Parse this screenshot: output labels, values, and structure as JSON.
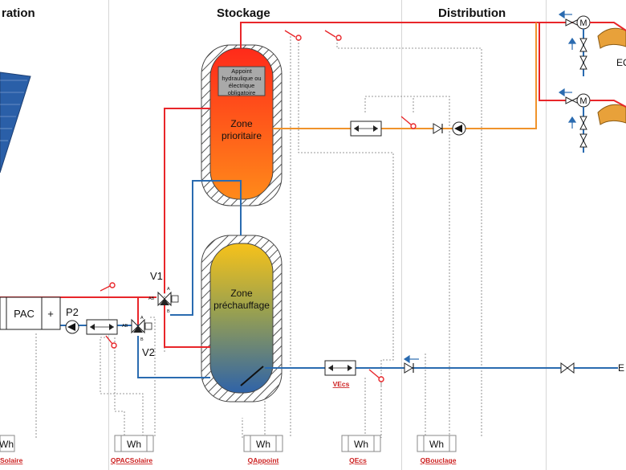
{
  "headers": {
    "generation": "ration",
    "stockage": "Stockage",
    "distribution": "Distribution"
  },
  "tank_top": {
    "appoint_label": "Appoint hydraulique ou électrique obligatoire",
    "appoint_lines": [
      "Appoint",
      "hydraulique ou",
      "électrique",
      "obligatoire"
    ],
    "zone_lines": [
      "Zone",
      "prioritaire"
    ]
  },
  "tank_bottom": {
    "zone_lines": [
      "Zone",
      "préchauffage"
    ]
  },
  "valves": {
    "v1": "V1",
    "v2": "V2",
    "port_ab": "AB",
    "port_a": "A",
    "port_b": "B"
  },
  "pump": {
    "p2": "P2"
  },
  "boxes": {
    "pac": "PAC",
    "plus": "+"
  },
  "motor_symbol": "M",
  "outlets": {
    "ec": "EC",
    "e": "E"
  },
  "meters": {
    "wh": "Wh",
    "items": [
      {
        "unit": "Wh",
        "label": "Solaire"
      },
      {
        "unit": "Wh",
        "label": "QPACSolaire"
      },
      {
        "unit": "Wh",
        "label": "QAppoint"
      },
      {
        "unit": "Wh",
        "label": "QEcs"
      },
      {
        "unit": "Wh",
        "label": "QBouclage"
      }
    ]
  },
  "flowmeter_label": "VEcs",
  "colors": {
    "hot_pipe": "#e8262a",
    "cold_pipe": "#2a6bb0",
    "loop_pipe": "#f0932b",
    "meter_label": "#cc1f1f",
    "tank_hot_top": "#ff2a1a",
    "tank_hot_bottom": "#ff8a1a",
    "tank_pre_top": "#f7c21a",
    "tank_pre_bottom": "#2f63a8",
    "solar_panel": "#2a5fa8"
  }
}
